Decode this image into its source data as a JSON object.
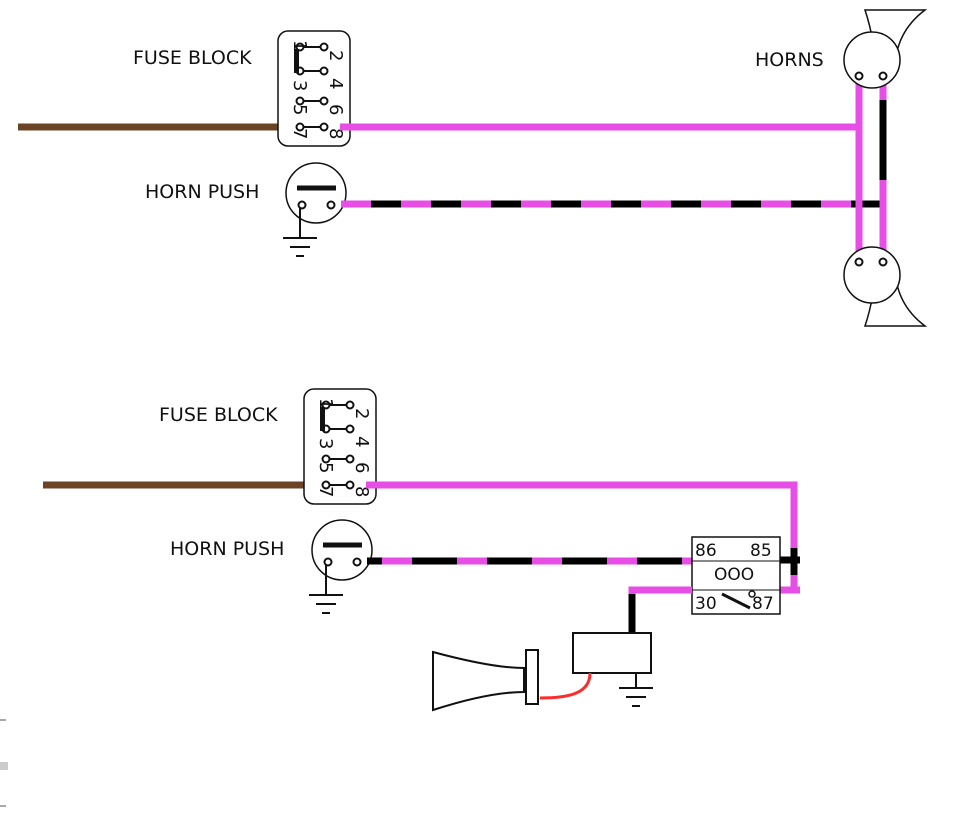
{
  "colors": {
    "brown": "#6b4425",
    "magenta": "#e64ee6",
    "black": "#000000",
    "red": "#ff2a2a"
  },
  "top": {
    "fuse_block_label": "FUSE BLOCK",
    "horn_push_label": "HORN PUSH",
    "horns_label": "HORNS",
    "fuse_left_numbers": [
      "1",
      "3",
      "5",
      "7"
    ],
    "fuse_right_numbers": [
      "2",
      "4",
      "6",
      "8"
    ]
  },
  "bottom": {
    "fuse_block_label": "FUSE BLOCK",
    "horn_push_label": "HORN PUSH",
    "fuse_left_numbers": [
      "1",
      "3",
      "5",
      "7"
    ],
    "fuse_right_numbers": [
      "2",
      "4",
      "6",
      "8"
    ],
    "relay": {
      "pin_86": "86",
      "pin_85": "85",
      "pin_30": "30",
      "pin_87": "87",
      "coil": "OOO"
    }
  }
}
